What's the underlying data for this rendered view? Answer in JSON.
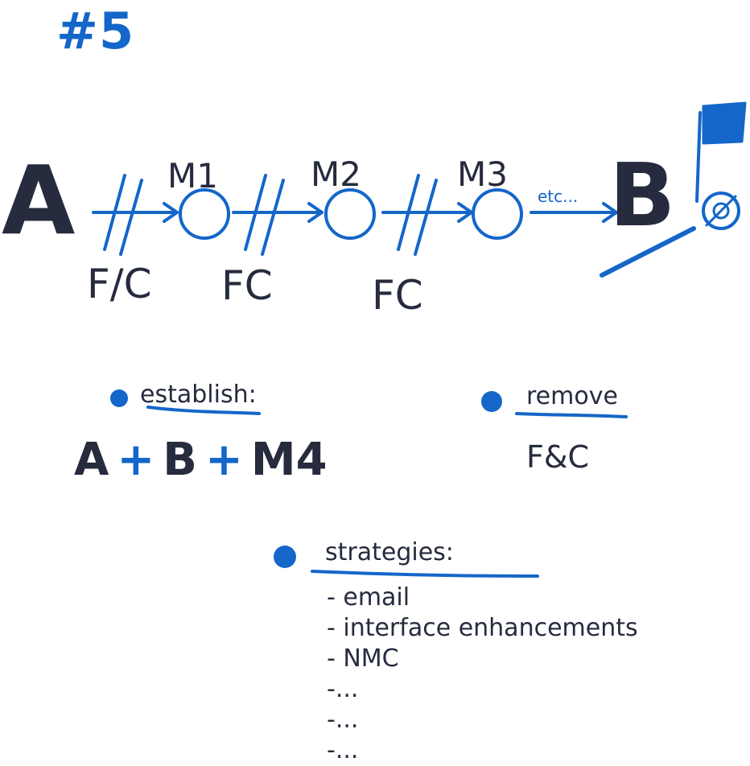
{
  "title": "#5",
  "path": {
    "start": "A",
    "end": "B",
    "milestones": [
      "M1",
      "M2",
      "M3"
    ],
    "obstacles": [
      "F/C",
      "FC",
      "FC"
    ],
    "continuation": "etc..."
  },
  "establish": {
    "heading": "establish:",
    "terms": [
      "A",
      "B",
      "M4"
    ],
    "operator": "+"
  },
  "remove": {
    "heading": "remove",
    "value": "F&C"
  },
  "strategies": {
    "heading": "strategies:",
    "items": [
      "- email",
      "- interface enhancements",
      "- NMC",
      "-...",
      "-...",
      "-..."
    ]
  },
  "colors": {
    "ink": "#262b3e",
    "accent": "#1466c9"
  },
  "icons": [
    "goal-flag-icon",
    "target-icon"
  ]
}
